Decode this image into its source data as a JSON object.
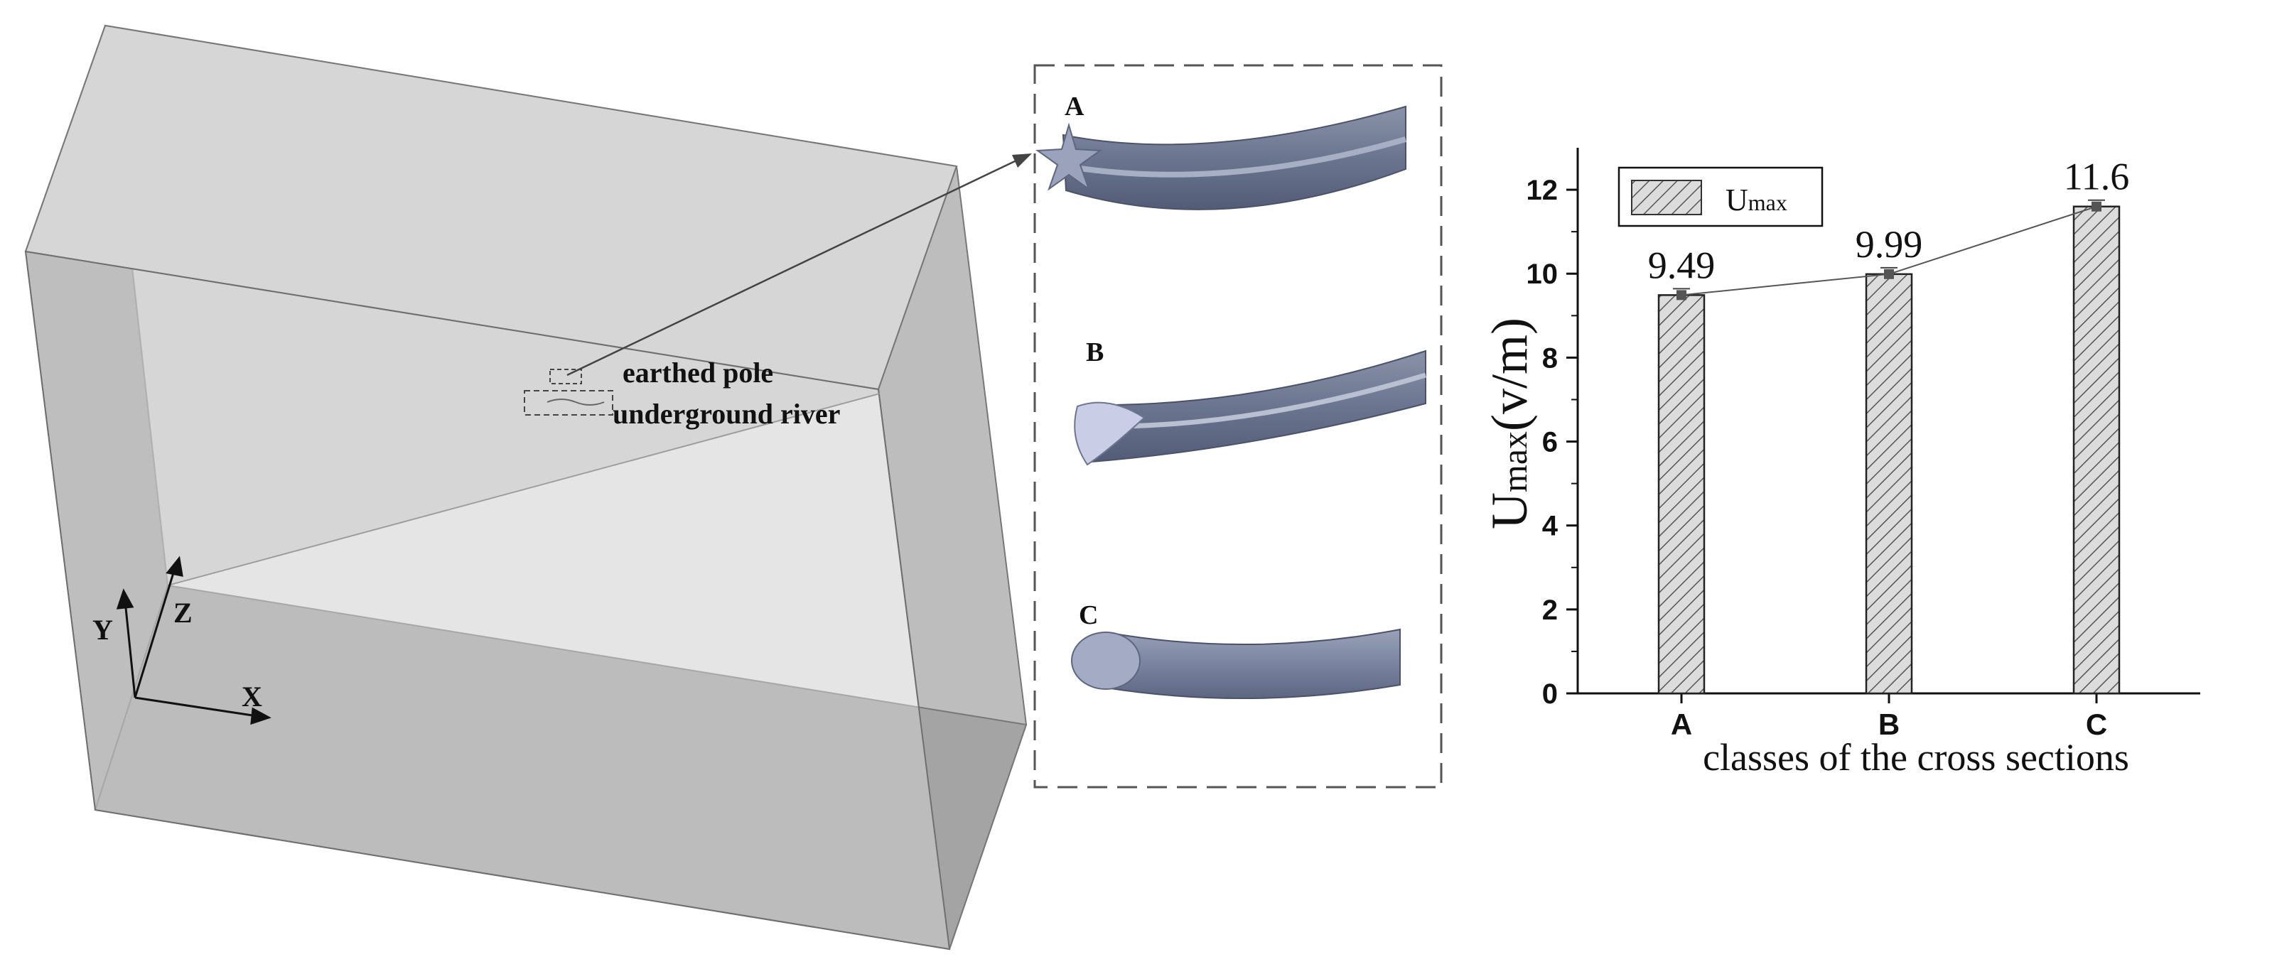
{
  "model": {
    "labels": {
      "pole": "earthed pole",
      "river": "underground river"
    },
    "axes": {
      "x": "X",
      "y": "Y",
      "z": "Z"
    }
  },
  "inset": {
    "sections": [
      {
        "label": "A",
        "shape": "star-section"
      },
      {
        "label": "B",
        "shape": "teardrop-section"
      },
      {
        "label": "C",
        "shape": "circular-section"
      }
    ]
  },
  "chart_data": {
    "type": "bar",
    "categories": [
      "A",
      "B",
      "C"
    ],
    "series": [
      {
        "name": "Umax",
        "values": [
          9.49,
          9.99,
          11.6
        ]
      }
    ],
    "data_labels": [
      "9.49",
      "9.99",
      "11.6"
    ],
    "overlay_line": true,
    "error_bars": true,
    "ylabel": {
      "main": "U",
      "sub": "max",
      "unit": "(v/m)"
    },
    "xlabel": "classes of the cross sections",
    "ylim": [
      0,
      13
    ],
    "yticks": [
      "0",
      "2",
      "4",
      "6",
      "8",
      "10",
      "12"
    ],
    "legend": {
      "main": "U",
      "sub": "max",
      "placement": "top-left"
    },
    "bar_pattern": "diagonal-hatch",
    "colors": {
      "bar_fill": "#d9d9d9",
      "hatch": "#555555",
      "line": "#555555"
    }
  }
}
